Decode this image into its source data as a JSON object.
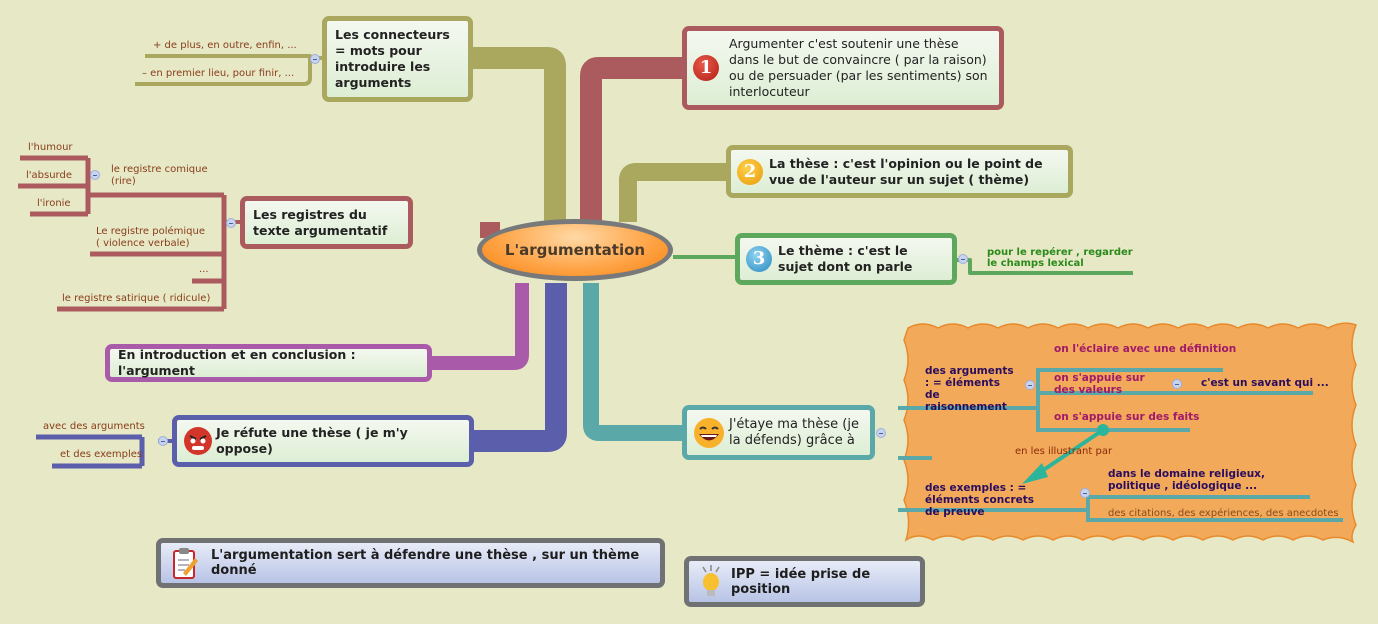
{
  "central": {
    "label": "L'argumentation"
  },
  "branches": {
    "connecteurs": {
      "label": "Les connecteurs = mots pour introduire les arguments",
      "color": "#a9a85e",
      "children": [
        "+ de plus, en outre, enfin, ...",
        "– en premier lieu, pour finir, ..."
      ]
    },
    "registres": {
      "label": "Les registres du texte argumentatif",
      "color": "#ab5b5d",
      "comique": {
        "label": "le registre comique (rire)",
        "children": [
          "l'humour",
          "l'absurde",
          "l'ironie"
        ]
      },
      "children": [
        "Le registre polémique ( violence verbale)",
        "...",
        "le registre satirique ( ridicule)"
      ]
    },
    "introduction": {
      "label": "En introduction et en conclusion : l'argument",
      "color": "#a95ba9"
    },
    "refute": {
      "label": "Je réfute une thèse ( je m'y oppose)",
      "color": "#5a5eab",
      "icon": "angry-face-icon",
      "children": [
        "avec des arguments",
        "et des exemples"
      ]
    },
    "definition": {
      "number": "1",
      "label": "Argumenter c'est soutenir une thèse dans le but de convaincre ( par la raison) ou de persuader (par les sentiments) son interlocuteur",
      "color": "#ab5b5d"
    },
    "these": {
      "number": "2",
      "label": "La thèse : c'est l'opinion ou le point de vue de l'auteur sur un sujet ( thème)",
      "color": "#a9a85e"
    },
    "theme": {
      "number": "3",
      "label": "Le thème  : c'est le sujet dont on parle",
      "color": "#5ea85e",
      "child": "pour le repérer , regarder le champs lexical"
    },
    "etaye": {
      "label": "J'étaye ma thèse (je la défends) grâce à",
      "color": "#5aa8a8",
      "icon": "laughing-face-icon",
      "arguments": {
        "label": "des arguments : = éléments de raisonnement",
        "children": [
          "on l'éclaire avec une définition",
          "on s'appuie sur des valeurs",
          "on s'appuie sur des faits"
        ],
        "valeurs_child": "c'est un savant qui ..."
      },
      "relation_label": "en les illustrant par",
      "exemples": {
        "label": "des exemples : = éléments concrets de preuve",
        "children": [
          "dans le domaine religieux, politique , idéologique ...",
          "des citations, des expériences, des anecdotes"
        ]
      }
    }
  },
  "notes": [
    {
      "label": "L'argumentation sert à défendre une thèse , sur un thème  donné",
      "icon": "clipboard-pencil-icon"
    },
    {
      "label": "IPP = idée prise de position",
      "icon": "lightbulb-icon"
    }
  ],
  "colors": {
    "background": "#e6e8c6",
    "cloud": "#f2a95a",
    "center": "#ffa64a"
  }
}
